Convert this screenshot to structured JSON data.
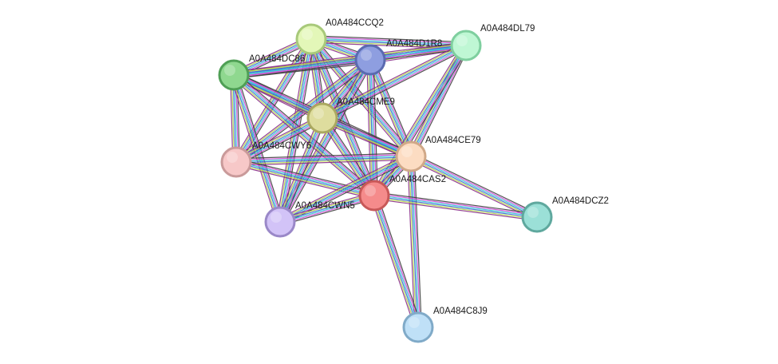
{
  "nodes": [
    {
      "id": "A0A484CCQ2",
      "label": "A0A484CCQ2",
      "fill": "#e3f7b8",
      "stroke": "#a8c97a"
    },
    {
      "id": "A0A484D1R8",
      "label": "A0A484D1R8",
      "fill": "#8e9ee0",
      "stroke": "#5a6ab0"
    },
    {
      "id": "A0A484DL79",
      "label": "A0A484DL79",
      "fill": "#bff7d4",
      "stroke": "#7fcf9f"
    },
    {
      "id": "A0A484DC86",
      "label": "A0A484DC86",
      "fill": "#8fd88f",
      "stroke": "#4f9f55"
    },
    {
      "id": "A0A484CME9",
      "label": "A0A484CME9",
      "fill": "#dedd9e",
      "stroke": "#aaa860"
    },
    {
      "id": "A0A484CWY6",
      "label": "A0A484CWY6",
      "fill": "#f7c8c8",
      "stroke": "#c99a9a"
    },
    {
      "id": "A0A484CE79",
      "label": "A0A484CE79",
      "fill": "#fcdcc2",
      "stroke": "#d0a888"
    },
    {
      "id": "A0A484CAS2",
      "label": "A0A484CAS2",
      "fill": "#f58b8b",
      "stroke": "#c85858"
    },
    {
      "id": "A0A484CWN5",
      "label": "A0A484CWN5",
      "fill": "#d2c3f7",
      "stroke": "#9a88c8"
    },
    {
      "id": "A0A484DCZ2",
      "label": "A0A484DCZ2",
      "fill": "#9be0d7",
      "stroke": "#5fa89e"
    },
    {
      "id": "A0A484C8J9",
      "label": "A0A484C8J9",
      "fill": "#bfe0f7",
      "stroke": "#80aac8"
    }
  ],
  "edges": [
    [
      "A0A484CCQ2",
      "A0A484D1R8"
    ],
    [
      "A0A484CCQ2",
      "A0A484DL79"
    ],
    [
      "A0A484CCQ2",
      "A0A484DC86"
    ],
    [
      "A0A484CCQ2",
      "A0A484CME9"
    ],
    [
      "A0A484CCQ2",
      "A0A484CWY6"
    ],
    [
      "A0A484CCQ2",
      "A0A484CE79"
    ],
    [
      "A0A484CCQ2",
      "A0A484CAS2"
    ],
    [
      "A0A484CCQ2",
      "A0A484CWN5"
    ],
    [
      "A0A484D1R8",
      "A0A484DL79"
    ],
    [
      "A0A484D1R8",
      "A0A484DC86"
    ],
    [
      "A0A484D1R8",
      "A0A484CME9"
    ],
    [
      "A0A484D1R8",
      "A0A484CWY6"
    ],
    [
      "A0A484D1R8",
      "A0A484CE79"
    ],
    [
      "A0A484D1R8",
      "A0A484CAS2"
    ],
    [
      "A0A484D1R8",
      "A0A484CWN5"
    ],
    [
      "A0A484DL79",
      "A0A484DC86"
    ],
    [
      "A0A484DL79",
      "A0A484CME9"
    ],
    [
      "A0A484DL79",
      "A0A484CE79"
    ],
    [
      "A0A484DL79",
      "A0A484CAS2"
    ],
    [
      "A0A484DC86",
      "A0A484CME9"
    ],
    [
      "A0A484DC86",
      "A0A484CWY6"
    ],
    [
      "A0A484DC86",
      "A0A484CE79"
    ],
    [
      "A0A484DC86",
      "A0A484CAS2"
    ],
    [
      "A0A484DC86",
      "A0A484CWN5"
    ],
    [
      "A0A484CME9",
      "A0A484CWY6"
    ],
    [
      "A0A484CME9",
      "A0A484CE79"
    ],
    [
      "A0A484CME9",
      "A0A484CAS2"
    ],
    [
      "A0A484CME9",
      "A0A484CWN5"
    ],
    [
      "A0A484CWY6",
      "A0A484CE79"
    ],
    [
      "A0A484CWY6",
      "A0A484CAS2"
    ],
    [
      "A0A484CE79",
      "A0A484CAS2"
    ],
    [
      "A0A484CE79",
      "A0A484CWN5"
    ],
    [
      "A0A484CE79",
      "A0A484DCZ2"
    ],
    [
      "A0A484CE79",
      "A0A484C8J9"
    ],
    [
      "A0A484CAS2",
      "A0A484CWN5"
    ],
    [
      "A0A484CAS2",
      "A0A484DCZ2"
    ],
    [
      "A0A484CAS2",
      "A0A484C8J9"
    ]
  ],
  "edge_colors": [
    "#3f3f3f",
    "#d24ed6",
    "#34c7d6",
    "#3a6ad4",
    "#b7d84b",
    "#8a2f8a"
  ]
}
